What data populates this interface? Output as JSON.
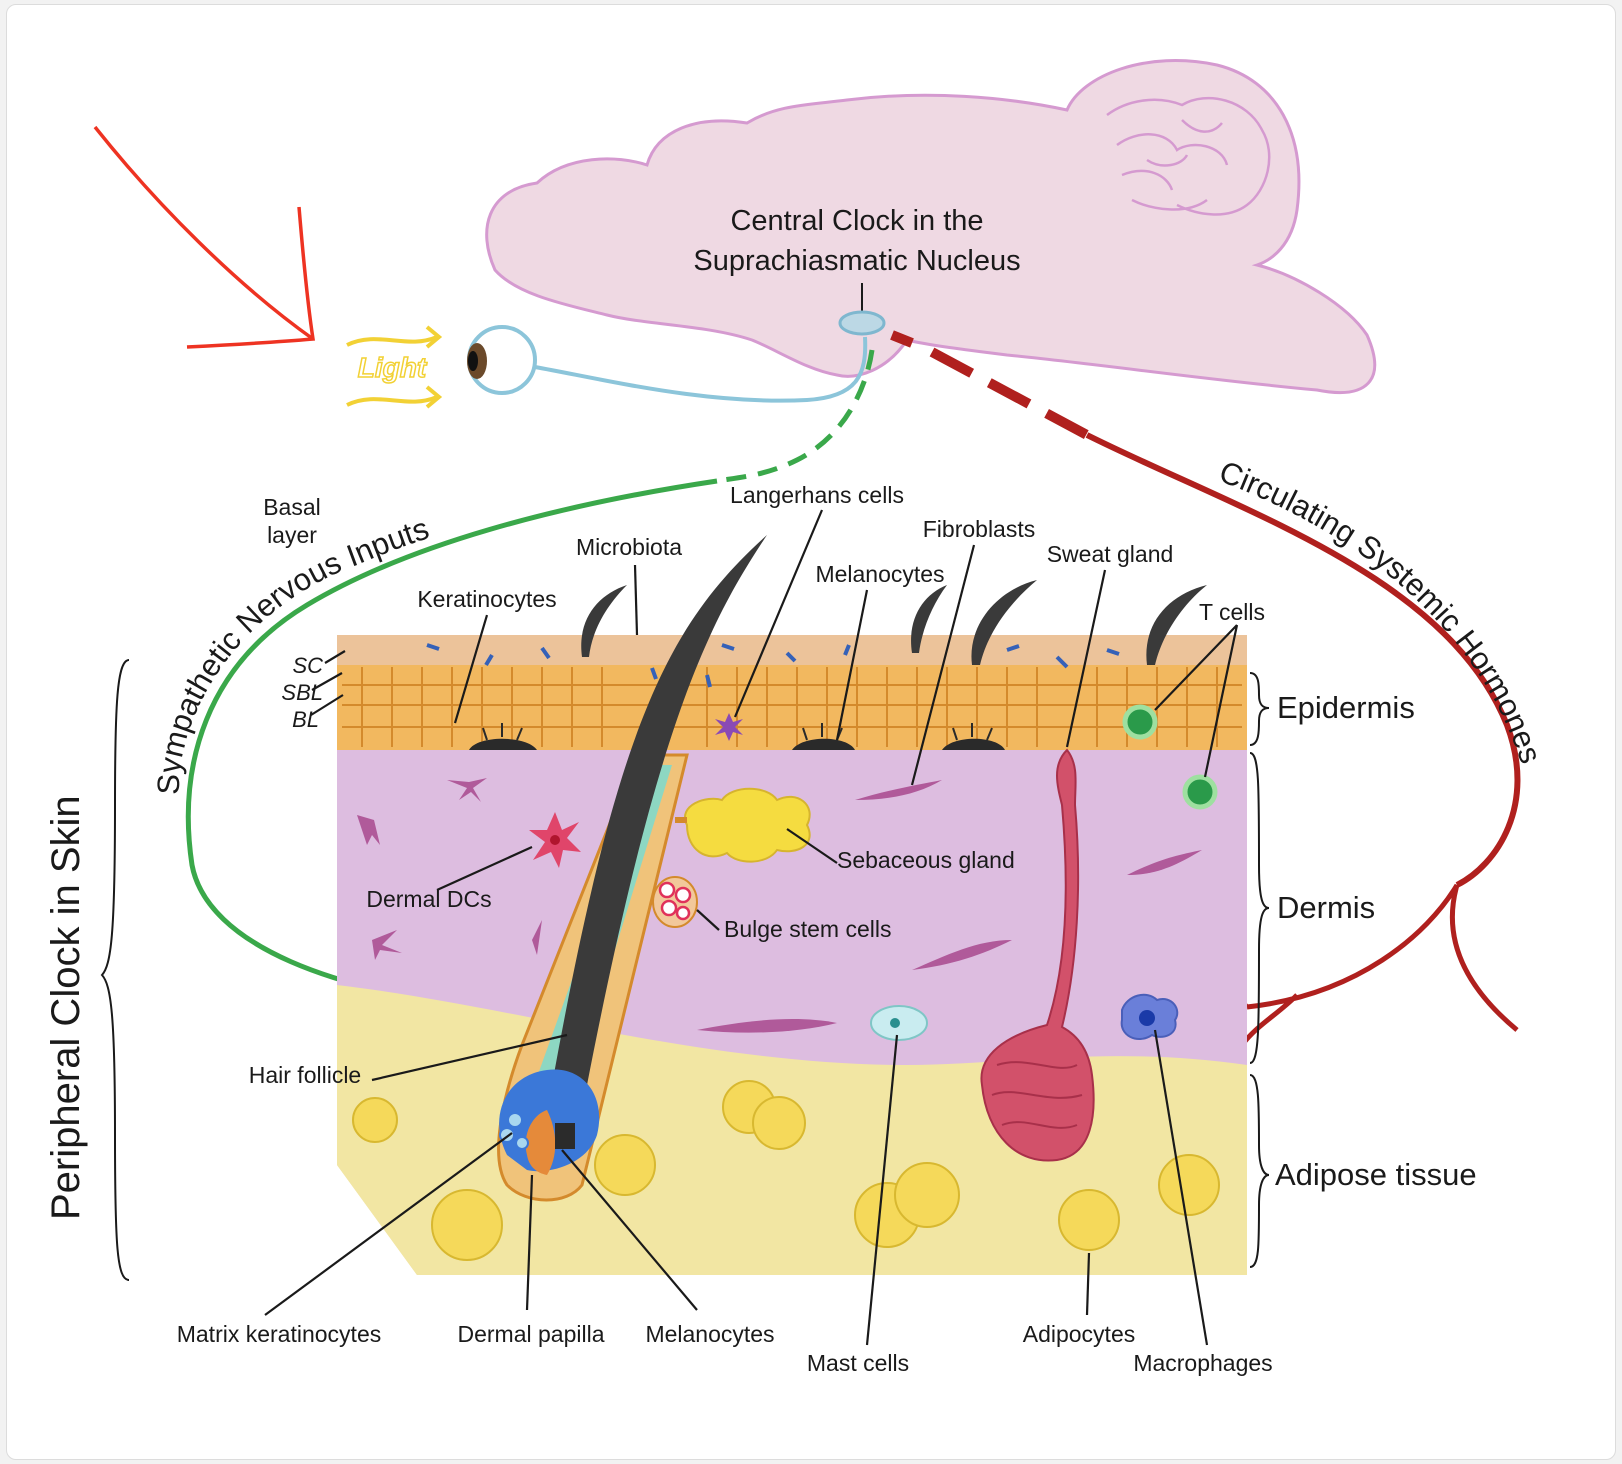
{
  "brain": {
    "clock_line1": "Central Clock in the",
    "clock_line2": "Suprachiasmatic Nucleus"
  },
  "light": "Light",
  "pathways": {
    "sympathetic": "Sympathetic Nervous Inputs",
    "hormones": "Circulating Systemic Hormones"
  },
  "peripheral": "Peripheral Clock in Skin",
  "layers": {
    "basal_line1": "Basal",
    "basal_line2": "layer",
    "sc": "SC",
    "sbl": "SBL",
    "bl": "BL"
  },
  "regions": {
    "epidermis": "Epidermis",
    "dermis": "Dermis",
    "adipose": "Adipose tissue"
  },
  "labels": {
    "langerhans": "Langerhans cells",
    "fibroblasts": "Fibroblasts",
    "microbiota": "Microbiota",
    "sweat_gland": "Sweat gland",
    "melanocytes_top": "Melanocytes",
    "keratinocytes": "Keratinocytes",
    "t_cells": "T cells",
    "sebaceous": "Sebaceous gland",
    "dermal_dcs": "Dermal DCs",
    "bulge": "Bulge stem cells",
    "hair_follicle": "Hair follicle",
    "matrix_keratinocytes": "Matrix keratinocytes",
    "dermal_papilla": "Dermal papilla",
    "melanocytes_bottom": "Melanocytes",
    "mast_cells": "Mast cells",
    "adipocytes": "Adipocytes",
    "macrophages": "Macrophages"
  },
  "colors": {
    "brain_fill": "#efd9e3",
    "brain_stroke": "#d59ad0",
    "epidermis": "#f2b85f",
    "dermis": "#ddbde0",
    "adipose": "#f2e6a3",
    "nerve_green": "#3aa84a",
    "hormone_red": "#b0201e",
    "light_yellow": "#f2d135",
    "optic_blue": "#8cc5da",
    "annotation_red": "#ee3322"
  }
}
